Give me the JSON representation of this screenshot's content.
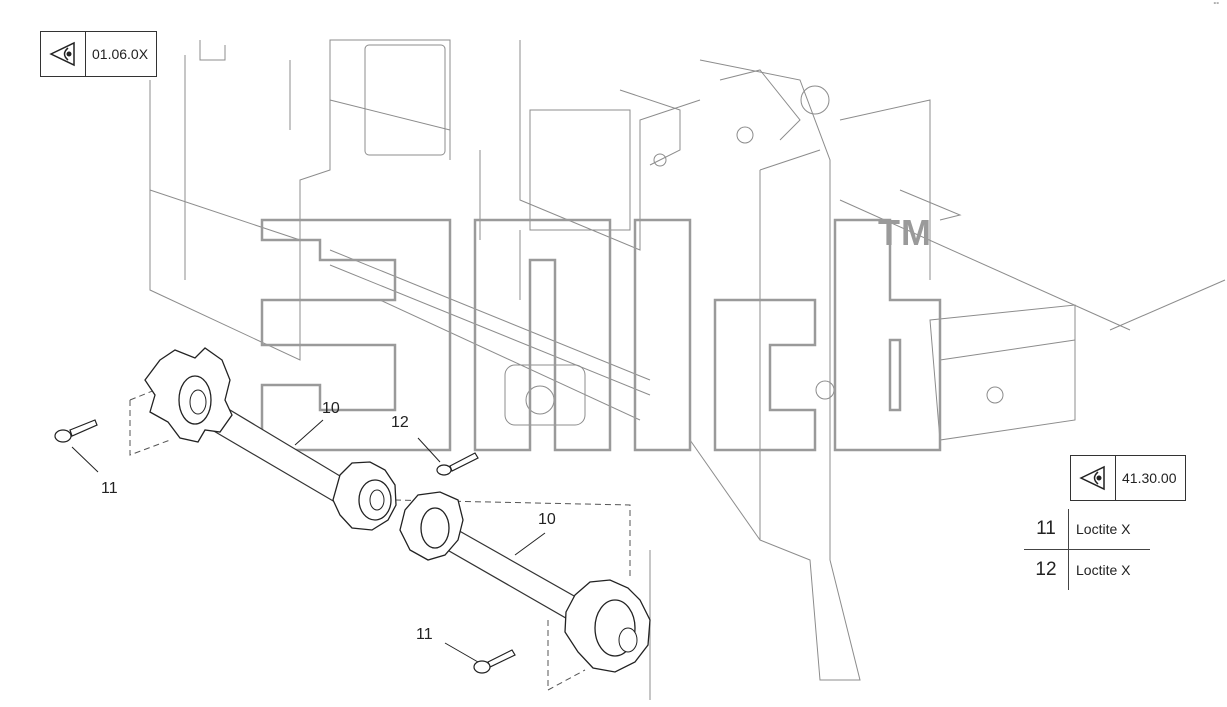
{
  "view_refs": [
    {
      "code": "01.06.0X",
      "icon": "eye-view-icon"
    },
    {
      "code": "41.30.00",
      "icon": "eye-view-icon"
    }
  ],
  "legend": [
    {
      "num": "11",
      "text": "Loctite X"
    },
    {
      "num": "12",
      "text": "Loctite X"
    }
  ],
  "callouts": {
    "a": "10",
    "b": "10",
    "c": "11",
    "d": "11",
    "e": "12"
  },
  "watermark": {
    "text": "TM"
  },
  "corner_mark": "°°"
}
